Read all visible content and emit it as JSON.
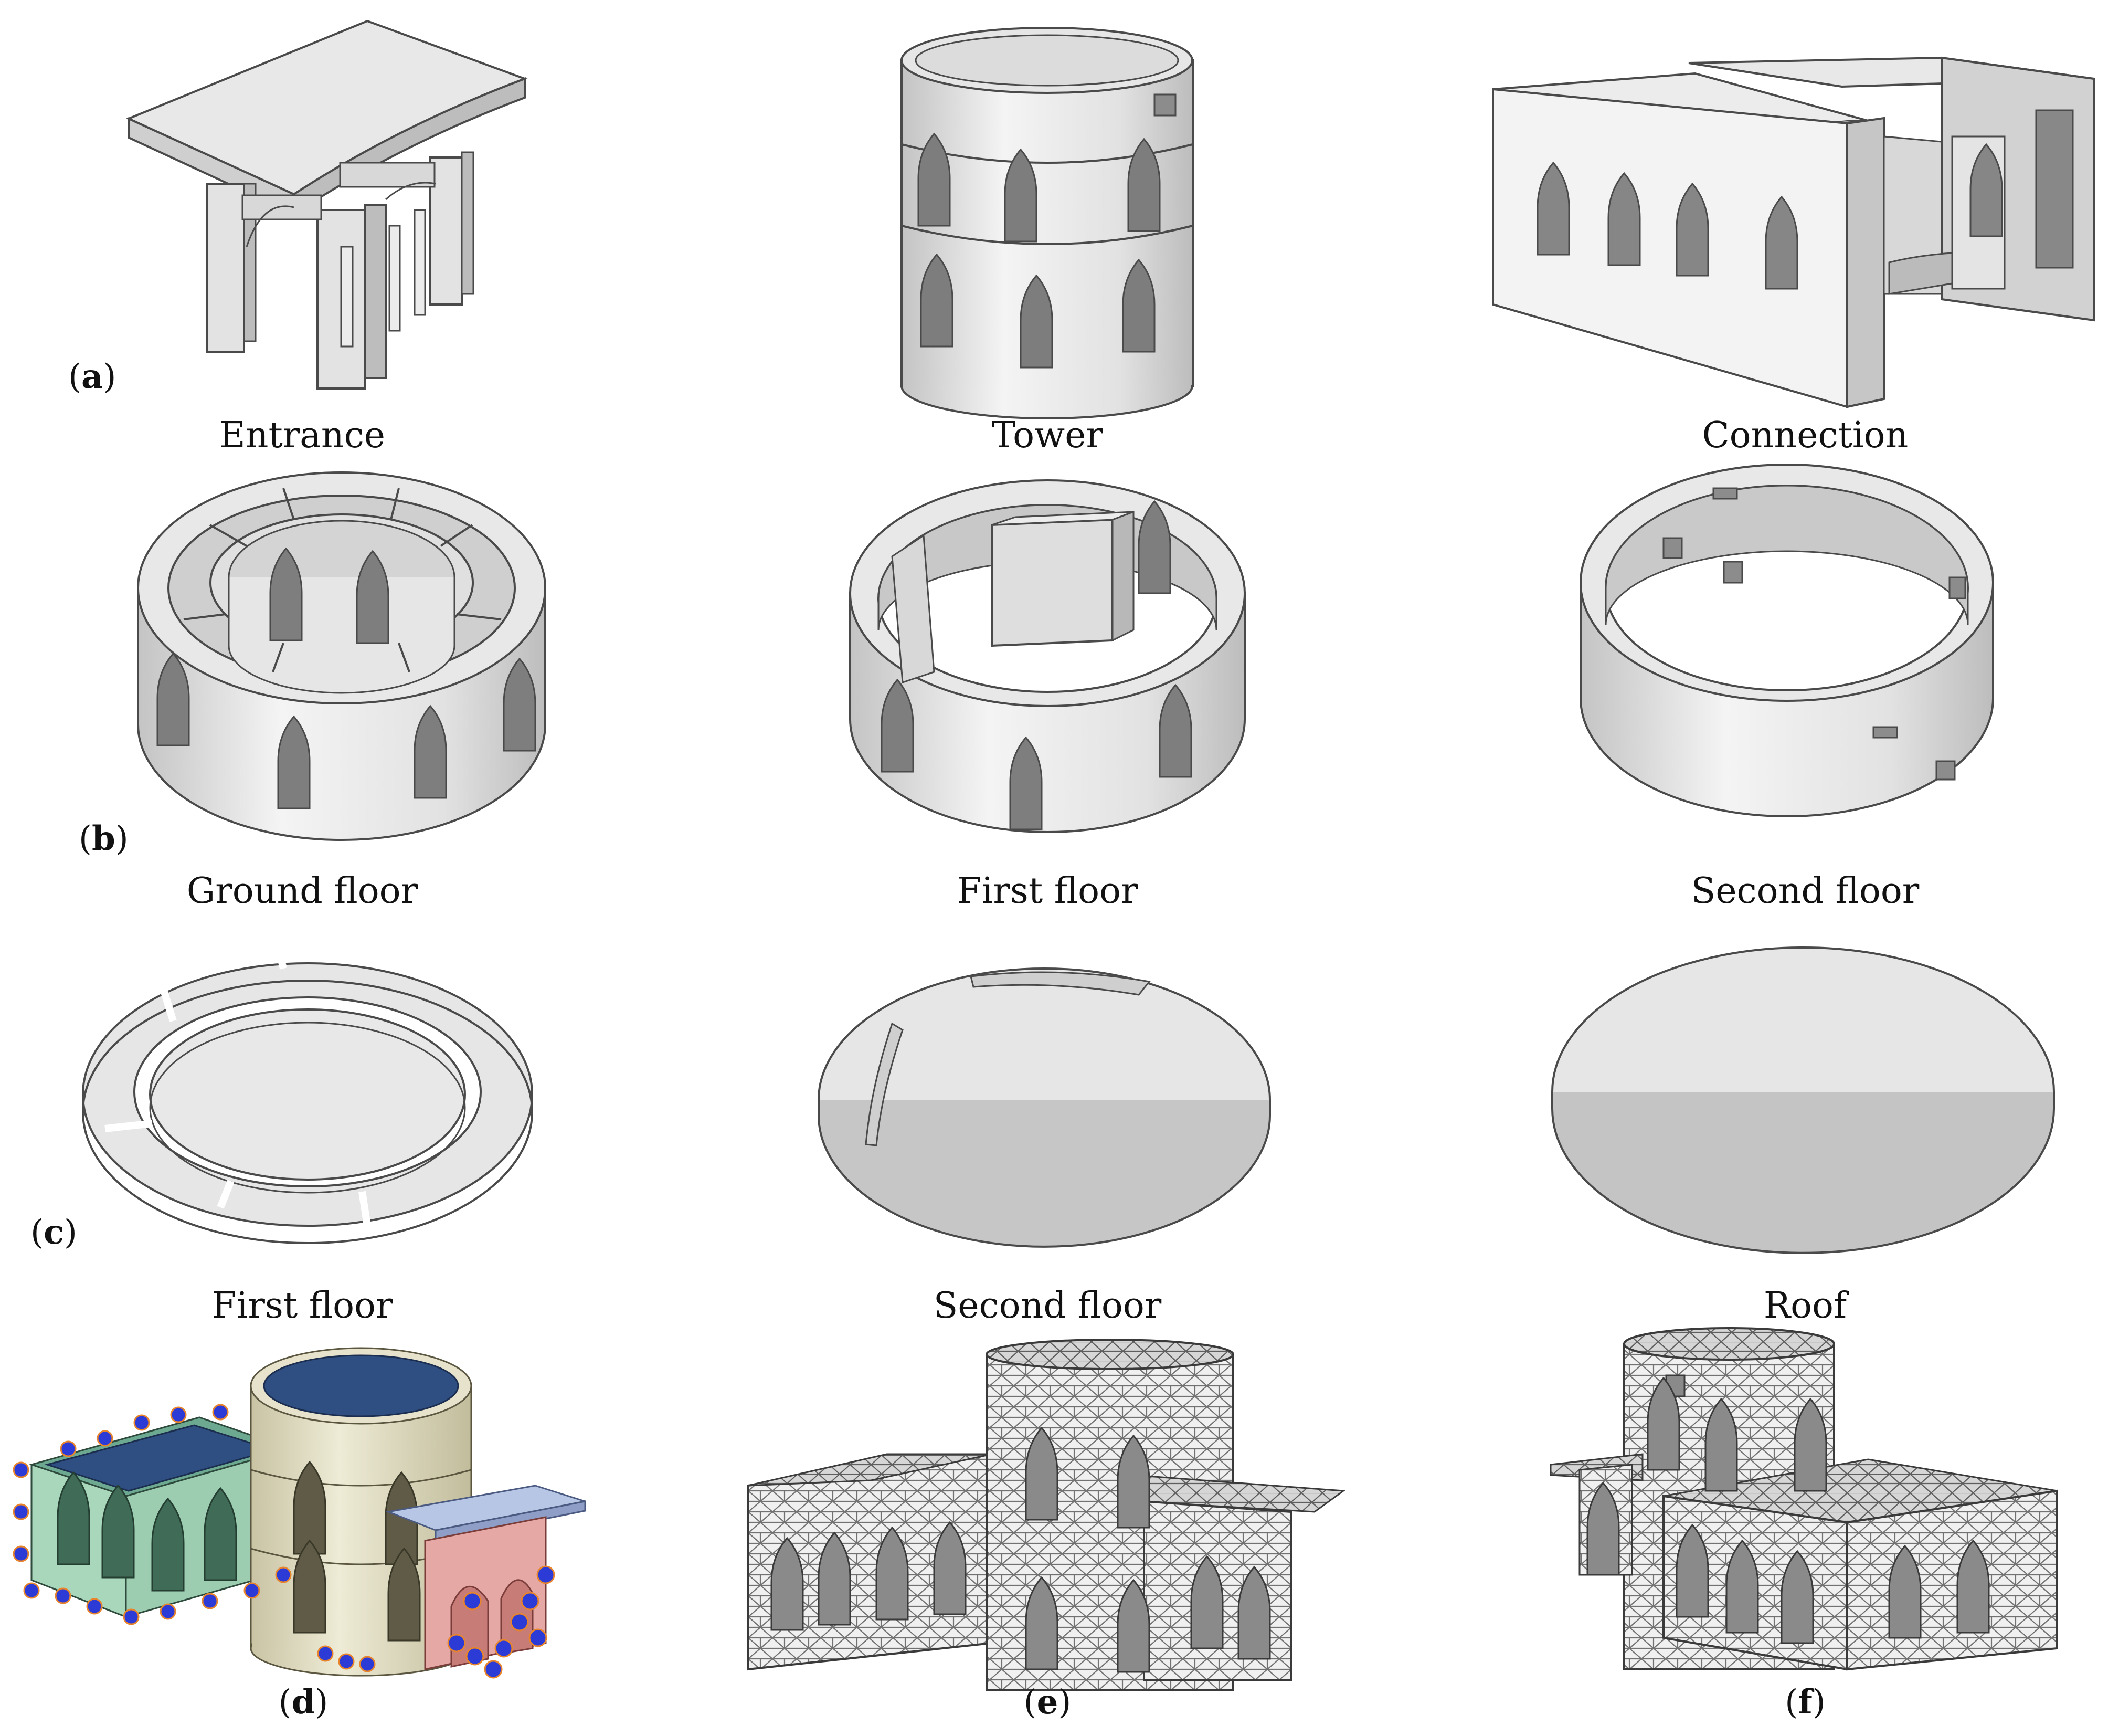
{
  "rows": {
    "a": {
      "label": "a",
      "captions": [
        "Entrance",
        "Tower",
        "Connection"
      ]
    },
    "b": {
      "label": "b",
      "captions": [
        "Ground floor",
        "First floor",
        "Second floor"
      ]
    },
    "c": {
      "label": "c",
      "captions": [
        "First floor",
        "Second floor",
        "Roof"
      ]
    },
    "bottom_labels": [
      "d",
      "e",
      "f"
    ]
  },
  "colors": {
    "solid_fill": "#e6e6e6",
    "solid_shade": "#c9c9c9",
    "solid_edge": "#4a4a4a",
    "mesh_line": "#6a6a6a",
    "blue_top": "#2f4e82",
    "green_wall": "#b6dcc3",
    "tower_cream": "#ddd9c0",
    "red_entrance": "#e6a8a4",
    "roof_lavender": "#b8c6e6",
    "bc_blue": "#2d3bd6",
    "bc_orange": "#e8842c"
  },
  "icons": [
    "entrance-solid",
    "tower-solid",
    "connection-solid",
    "ground-floor-ring",
    "first-floor-ring",
    "second-floor-ring",
    "first-floor-slab",
    "second-floor-slab",
    "roof-slab",
    "assembly-model",
    "mesh-front",
    "mesh-back"
  ]
}
